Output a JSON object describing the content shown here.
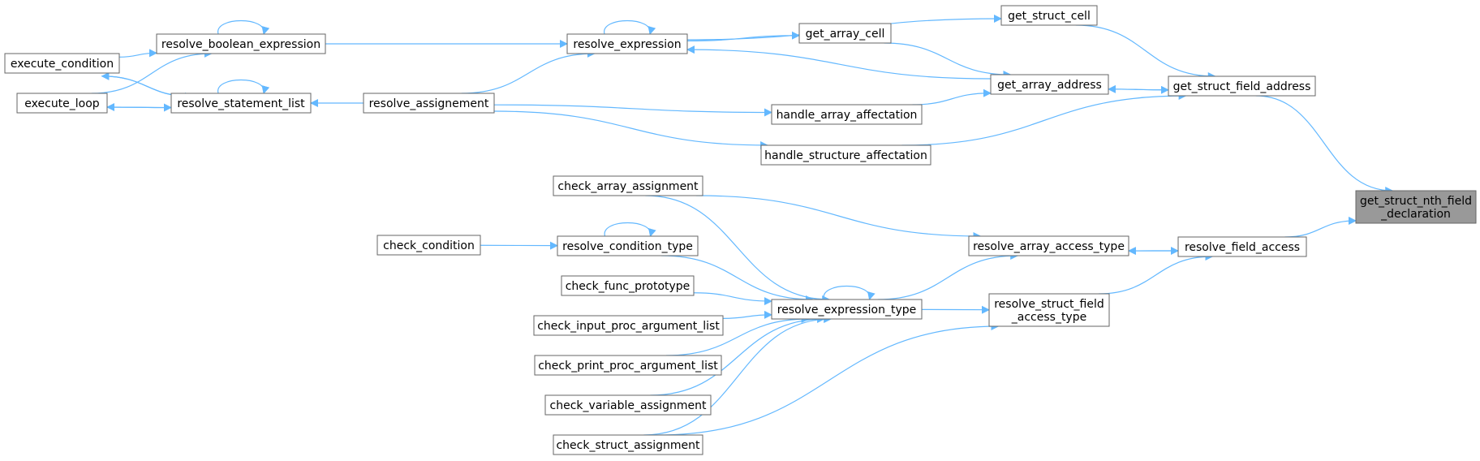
{
  "diagram": {
    "colors": {
      "edge": "#63b8ff",
      "node_border": "#666666",
      "highlight_fill": "#999999"
    },
    "nodes": [
      {
        "id": "get_struct_nth_field_declaration",
        "lines": [
          "get_struct_nth_field",
          "_declaration"
        ],
        "highlight": true
      },
      {
        "id": "get_struct_field_address",
        "lines": [
          "get_struct_field_address"
        ]
      },
      {
        "id": "resolve_field_access",
        "lines": [
          "resolve_field_access"
        ]
      },
      {
        "id": "get_struct_cell",
        "lines": [
          "get_struct_cell"
        ]
      },
      {
        "id": "get_array_address",
        "lines": [
          "get_array_address"
        ]
      },
      {
        "id": "get_array_cell",
        "lines": [
          "get_array_cell"
        ]
      },
      {
        "id": "resolve_expression",
        "lines": [
          "resolve_expression"
        ]
      },
      {
        "id": "resolve_boolean_expression",
        "lines": [
          "resolve_boolean_expression"
        ]
      },
      {
        "id": "execute_condition",
        "lines": [
          "execute_condition"
        ]
      },
      {
        "id": "execute_loop",
        "lines": [
          "execute_loop"
        ]
      },
      {
        "id": "resolve_statement_list",
        "lines": [
          "resolve_statement_list"
        ]
      },
      {
        "id": "resolve_assignement",
        "lines": [
          "resolve_assignement"
        ]
      },
      {
        "id": "handle_array_affectation",
        "lines": [
          "handle_array_affectation"
        ]
      },
      {
        "id": "handle_structure_affectation",
        "lines": [
          "handle_structure_affectation"
        ]
      },
      {
        "id": "resolve_array_access_type",
        "lines": [
          "resolve_array_access_type"
        ]
      },
      {
        "id": "resolve_struct_field_access_type",
        "lines": [
          "resolve_struct_field",
          "_access_type"
        ]
      },
      {
        "id": "resolve_expression_type",
        "lines": [
          "resolve_expression_type"
        ]
      },
      {
        "id": "check_array_assignment",
        "lines": [
          "check_array_assignment"
        ]
      },
      {
        "id": "check_condition",
        "lines": [
          "check_condition"
        ]
      },
      {
        "id": "resolve_condition_type",
        "lines": [
          "resolve_condition_type"
        ]
      },
      {
        "id": "check_func_prototype",
        "lines": [
          "check_func_prototype"
        ]
      },
      {
        "id": "check_input_proc_argument_list",
        "lines": [
          "check_input_proc_argument_list"
        ]
      },
      {
        "id": "check_print_proc_argument_list",
        "lines": [
          "check_print_proc_argument_list"
        ]
      },
      {
        "id": "check_variable_assignment",
        "lines": [
          "check_variable_assignment"
        ]
      },
      {
        "id": "check_struct_assignment",
        "lines": [
          "check_struct_assignment"
        ]
      }
    ],
    "edges": [
      {
        "from": "get_struct_field_address",
        "to": "get_struct_nth_field_declaration"
      },
      {
        "from": "resolve_field_access",
        "to": "get_struct_nth_field_declaration"
      },
      {
        "from": "get_struct_cell",
        "to": "get_struct_field_address"
      },
      {
        "from": "get_array_address",
        "to": "get_struct_field_address"
      },
      {
        "from": "get_struct_field_address",
        "to": "get_array_address"
      },
      {
        "from": "handle_structure_affectation",
        "to": "get_struct_field_address"
      },
      {
        "from": "get_array_cell",
        "to": "get_array_address"
      },
      {
        "from": "handle_array_affectation",
        "to": "get_array_address"
      },
      {
        "from": "get_array_address",
        "to": "resolve_expression"
      },
      {
        "from": "resolve_expression",
        "to": "get_array_cell"
      },
      {
        "from": "resolve_expression",
        "to": "get_struct_cell"
      },
      {
        "from": "resolve_expression",
        "to": "resolve_expression"
      },
      {
        "from": "resolve_boolean_expression",
        "to": "resolve_expression"
      },
      {
        "from": "resolve_assignement",
        "to": "resolve_expression"
      },
      {
        "from": "resolve_boolean_expression",
        "to": "resolve_boolean_expression"
      },
      {
        "from": "execute_condition",
        "to": "resolve_boolean_expression"
      },
      {
        "from": "execute_loop",
        "to": "resolve_boolean_expression"
      },
      {
        "from": "resolve_statement_list",
        "to": "resolve_statement_list"
      },
      {
        "from": "resolve_statement_list",
        "to": "execute_condition"
      },
      {
        "from": "execute_condition",
        "to": "resolve_statement_list"
      },
      {
        "from": "resolve_statement_list",
        "to": "execute_loop"
      },
      {
        "from": "execute_loop",
        "to": "resolve_statement_list"
      },
      {
        "from": "resolve_assignement",
        "to": "resolve_statement_list"
      },
      {
        "from": "resolve_assignement",
        "to": "handle_array_affectation"
      },
      {
        "from": "resolve_assignement",
        "to": "handle_structure_affectation"
      },
      {
        "from": "resolve_array_access_type",
        "to": "resolve_field_access"
      },
      {
        "from": "resolve_field_access",
        "to": "resolve_array_access_type"
      },
      {
        "from": "resolve_struct_field_access_type",
        "to": "resolve_field_access"
      },
      {
        "from": "check_array_assignment",
        "to": "resolve_array_access_type"
      },
      {
        "from": "resolve_expression_type",
        "to": "resolve_array_access_type"
      },
      {
        "from": "resolve_expression_type",
        "to": "resolve_struct_field_access_type"
      },
      {
        "from": "check_struct_assignment",
        "to": "resolve_struct_field_access_type"
      },
      {
        "from": "resolve_expression_type",
        "to": "resolve_expression_type"
      },
      {
        "from": "check_array_assignment",
        "to": "resolve_expression_type"
      },
      {
        "from": "resolve_condition_type",
        "to": "resolve_expression_type"
      },
      {
        "from": "check_func_prototype",
        "to": "resolve_expression_type"
      },
      {
        "from": "check_input_proc_argument_list",
        "to": "resolve_expression_type"
      },
      {
        "from": "check_print_proc_argument_list",
        "to": "resolve_expression_type"
      },
      {
        "from": "check_variable_assignment",
        "to": "resolve_expression_type"
      },
      {
        "from": "check_struct_assignment",
        "to": "resolve_expression_type"
      },
      {
        "from": "resolve_condition_type",
        "to": "resolve_condition_type"
      },
      {
        "from": "check_condition",
        "to": "resolve_condition_type"
      }
    ]
  }
}
